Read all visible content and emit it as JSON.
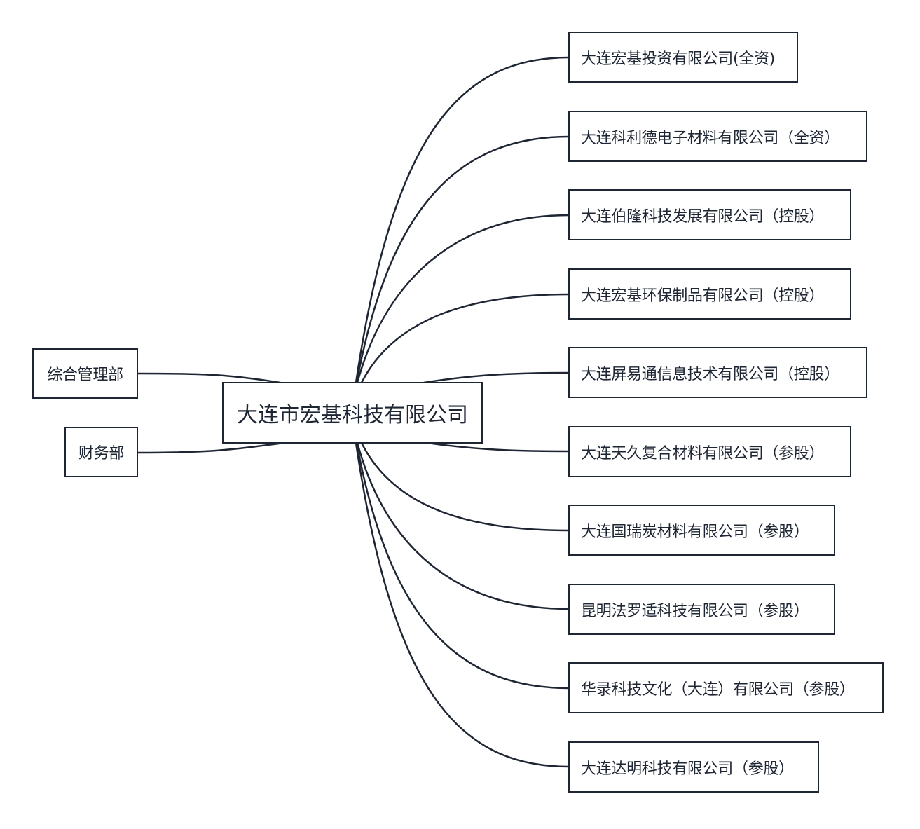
{
  "diagram": {
    "root": {
      "label": "大连市宏基科技有限公司"
    },
    "left_children": [
      {
        "label": "综合管理部"
      },
      {
        "label": "财务部"
      }
    ],
    "right_children": [
      {
        "label": "大连宏基投资有限公司(全资)"
      },
      {
        "label": "大连科利德电子材料有限公司（全资）"
      },
      {
        "label": "大连伯隆科技发展有限公司（控股）"
      },
      {
        "label": "大连宏基环保制品有限公司（控股）"
      },
      {
        "label": "大连屏易通信息技术有限公司（控股）"
      },
      {
        "label": "大连天久复合材料有限公司（参股）"
      },
      {
        "label": "大连国瑞炭材料有限公司（参股）"
      },
      {
        "label": "昆明法罗适科技有限公司（参股）"
      },
      {
        "label": "华录科技文化（大连）有限公司（参股）"
      },
      {
        "label": "大连达明科技有限公司（参股）"
      }
    ],
    "colors": {
      "line": "#1e2533",
      "border": "#1e2533",
      "background": "#ffffff"
    }
  }
}
